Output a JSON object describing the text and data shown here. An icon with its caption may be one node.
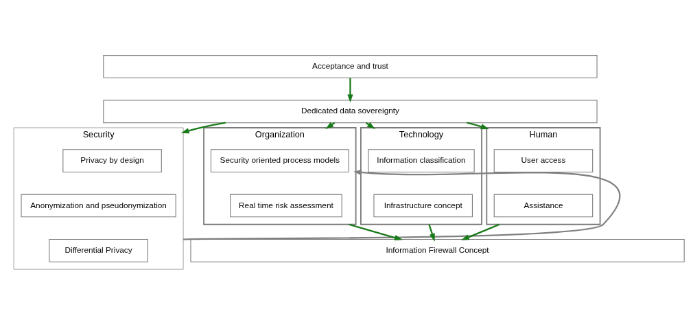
{
  "diagram": {
    "nodes": [
      {
        "text": [
          "Acceptance and trust"
        ]
      },
      {
        "text": [
          "Dedicated data sovereignty"
        ]
      },
      {
        "text": [
          "Security"
        ]
      },
      {
        "text": [
          "Privacy by design"
        ],
        "in": 2
      },
      {
        "text": [
          "Anonymization and pseudonymization"
        ],
        "in": 2
      },
      {
        "text": [
          "Differential Privacy"
        ],
        "in": 2
      },
      {
        "text": [
          "Organization"
        ]
      },
      {
        "text": [
          "Security oriented process models"
        ],
        "in": 6
      },
      {
        "text": [
          "Real time risk assessment"
        ],
        "in": 6
      },
      {
        "text": [
          "Technology"
        ]
      },
      {
        "text": [
          "Information classification"
        ],
        "in": 9
      },
      {
        "text": [
          "Infrastructure concept"
        ],
        "in": 9
      },
      {
        "text": [
          "Human"
        ]
      },
      {
        "text": [
          "User access"
        ],
        "in": 12
      },
      {
        "text": [
          "Assistance"
        ],
        "in": 12
      },
      {
        "text": [
          "Information Firewall Concept"
        ]
      }
    ],
    "edges": [
      {
        "from": 0,
        "to": 1,
        "arrow": "to"
      },
      {
        "from": 1,
        "to": 2,
        "arrow": "to"
      },
      {
        "from": 1,
        "to": 6,
        "arrow": "to"
      },
      {
        "from": 1,
        "to": 9,
        "arrow": "to"
      },
      {
        "from": 1,
        "to": 12,
        "arrow": "to"
      },
      {
        "from": 2,
        "to": 6,
        "arrow": "to",
        "color": "#808080"
      },
      {
        "from": 6,
        "to": 15,
        "arrow": "to"
      },
      {
        "from": 9,
        "to": 15,
        "arrow": "to"
      },
      {
        "from": 12,
        "to": 15,
        "arrow": "to"
      }
    ]
  }
}
